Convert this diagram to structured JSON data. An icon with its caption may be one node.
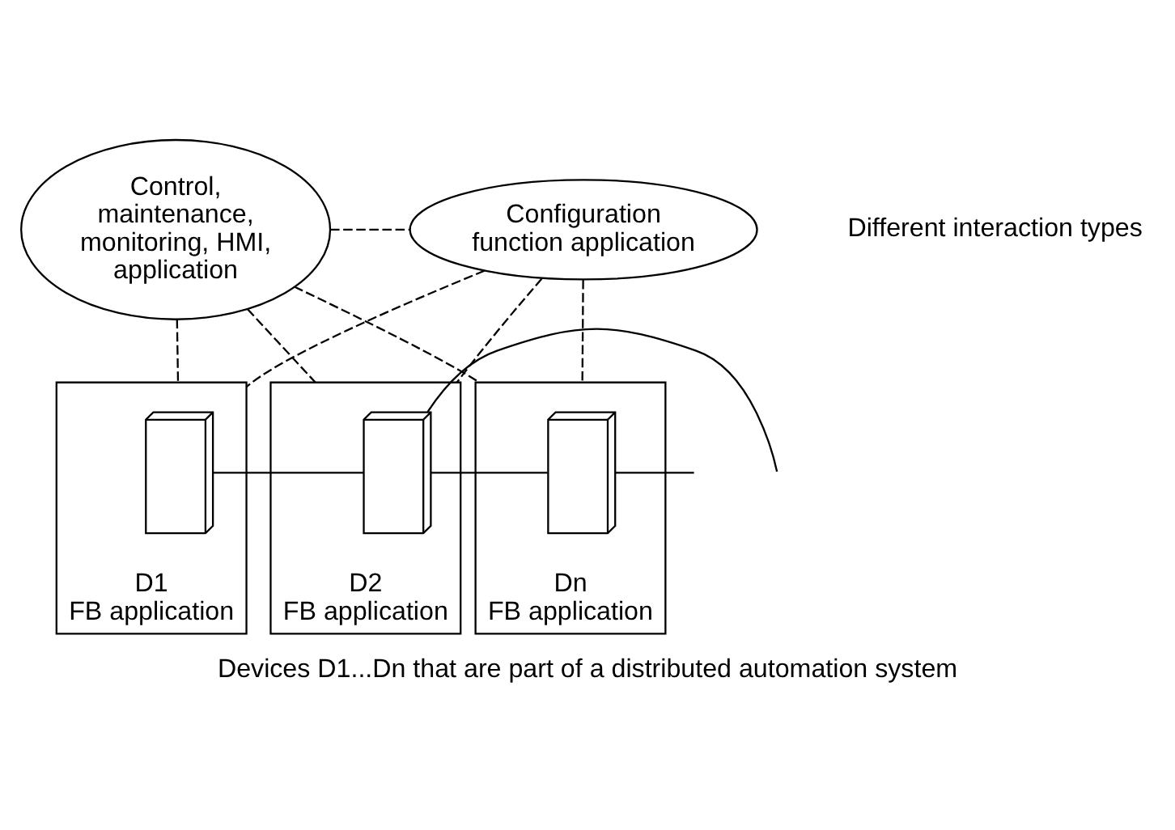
{
  "diagram": {
    "caption": "Devices D1...Dn that are part of a distributed automation system",
    "nodes": [
      {
        "text": [
          "Control, maintenance, monitoring, HMI, application"
        ]
      },
      {
        "text": [
          "Configuration function application"
        ]
      },
      {
        "text": [
          "D1",
          "FB application"
        ]
      },
      {
        "text": [
          "D2",
          "FB application"
        ]
      },
      {
        "text": [
          "Dn",
          "FB application"
        ]
      },
      {
        "text": [],
        "shape": "box",
        "in": 2
      },
      {
        "text": [],
        "shape": "box",
        "in": 3
      },
      {
        "text": [],
        "shape": "box",
        "in": 4
      }
    ],
    "edges": [
      {
        "from": 0,
        "to": 1,
        "arrow": "none",
        "style": "dashed"
      },
      {
        "from": 0,
        "to": 2,
        "arrow": "none",
        "style": "dashed"
      },
      {
        "from": 0,
        "to": 3,
        "arrow": "none",
        "style": "dashed"
      },
      {
        "from": 0,
        "to": 4,
        "arrow": "none",
        "style": "dashed"
      },
      {
        "from": 1,
        "to": 2,
        "arrow": "none",
        "style": "dashed"
      },
      {
        "from": 1,
        "to": 3,
        "arrow": "none",
        "style": "dashed"
      },
      {
        "from": 1,
        "to": 4,
        "arrow": "none",
        "style": "dashed"
      },
      {
        "from": 5,
        "to": 6,
        "arrow": "none"
      },
      {
        "from": 6,
        "to": 7,
        "arrow": "none"
      },
      {
        "from": 7,
        "to": null,
        "arrow": "none"
      },
      {
        "from": 6,
        "to": null,
        "arrow": "none"
      }
    ],
    "labels": [
      "Different interaction types"
    ]
  }
}
